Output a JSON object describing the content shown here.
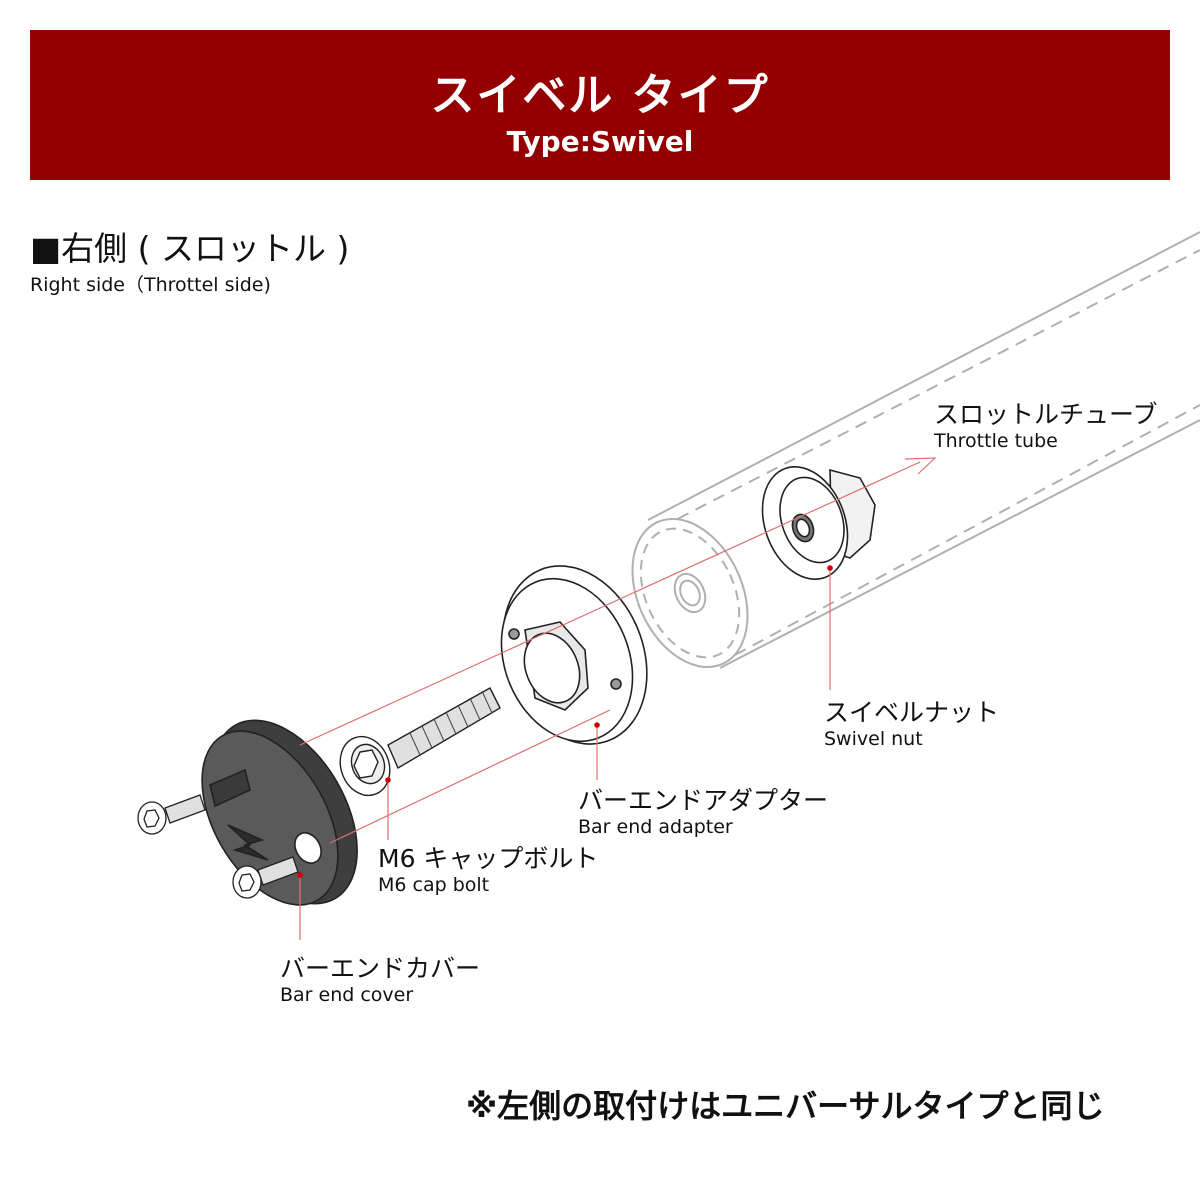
{
  "banner": {
    "title": "スイベル タイプ",
    "subtitle": "Type:Swivel",
    "color": "#940000"
  },
  "section": {
    "title": "■右側 ( スロットル )",
    "subtitle": "Right side（Throttel side)"
  },
  "parts": {
    "throttle_tube": {
      "jp": "スロットルチューブ",
      "en": "Throttle tube"
    },
    "swivel_nut": {
      "jp": "スイベルナット",
      "en": "Swivel nut"
    },
    "bar_end_adapter": {
      "jp": "バーエンドアダプター",
      "en": "Bar end adapter"
    },
    "cap_bolt": {
      "jp": "M6 キャップボルト",
      "en": "M6 cap bolt"
    },
    "bar_end_cover": {
      "jp": "バーエンドカバー",
      "en": "Bar end cover"
    }
  },
  "note": "※左側の取付けはユニバーサルタイプと同じ",
  "colors": {
    "leader_line": "#e07070",
    "marker": "#d00000",
    "cover_fill": "#5a5a5a"
  }
}
